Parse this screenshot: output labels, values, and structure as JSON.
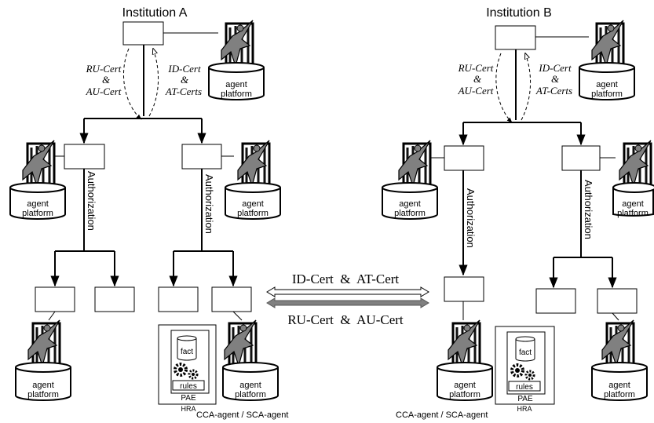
{
  "institution_a": {
    "title": "Institution A"
  },
  "institution_b": {
    "title": "Institution B"
  },
  "cert_flow": {
    "ru_cert": "RU-Cert",
    "amp": "&",
    "au_cert": "AU-Cert",
    "id_cert": "ID-Cert",
    "at_certs": "AT-Certs"
  },
  "authorization_label": "Authorization",
  "platform": {
    "line1": "agent",
    "line2": "platform"
  },
  "exchange": {
    "top": "ID-Cert  &  AT-Cert",
    "bottom": "RU-Cert  &  AU-Cert"
  },
  "pae": {
    "fact": "fact",
    "rules": "rules",
    "pae": "PAE",
    "hra": "HRA"
  },
  "cca_label": "CCA-agent / SCA-agent"
}
